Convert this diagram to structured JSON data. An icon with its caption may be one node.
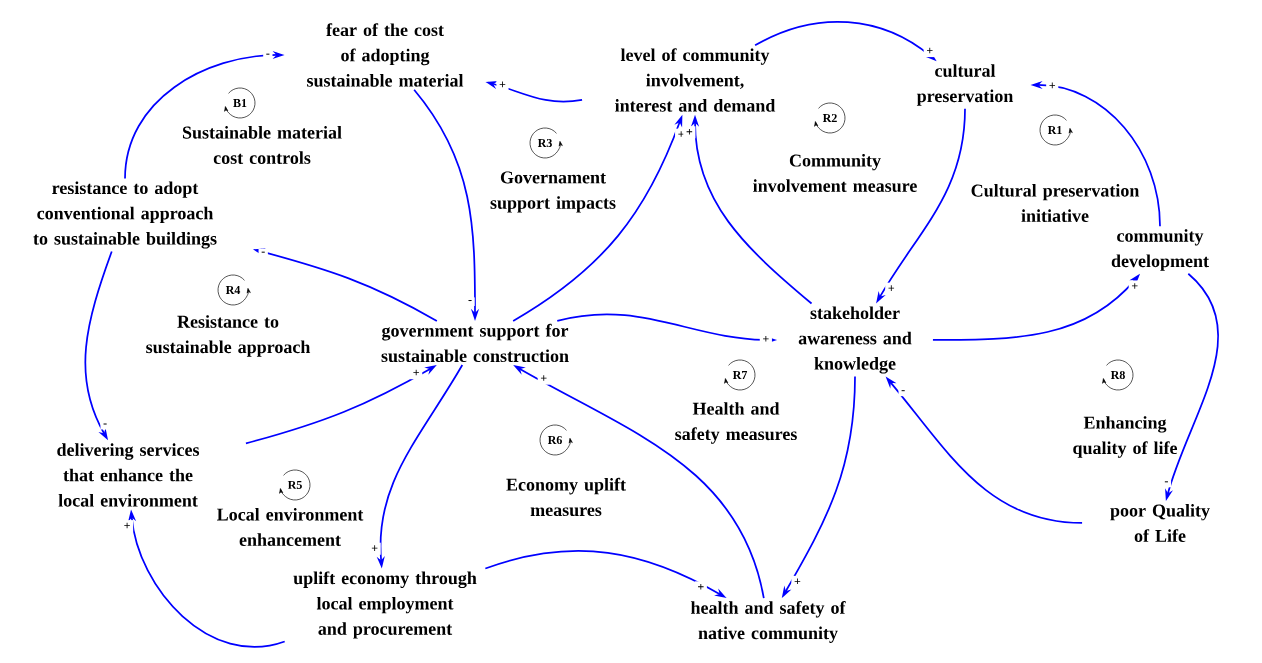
{
  "diagram": {
    "nodes": [
      {
        "text": [
          "fear of the cost of adopting sustainable material"
        ]
      },
      {
        "text": [
          "level of community involvement, interest and demand"
        ]
      },
      {
        "text": [
          "cultural preservation"
        ]
      },
      {
        "text": [
          "resistance to adopt conventional approach to sustainable buildings"
        ]
      },
      {
        "text": [
          "community development"
        ]
      },
      {
        "text": [
          "government support for sustainable construction"
        ]
      },
      {
        "text": [
          "stakeholder awareness and knowledge"
        ]
      },
      {
        "text": [
          "delivering services that enhance the local environment"
        ]
      },
      {
        "text": [
          "poor Quality of Life"
        ]
      },
      {
        "text": [
          "uplift economy through local employment and procurement"
        ]
      },
      {
        "text": [
          "health and safety of native community"
        ]
      }
    ],
    "edges": [
      {
        "from": 1,
        "to": 0,
        "arrow": "to",
        "label": "+"
      },
      {
        "from": 0,
        "to": 5,
        "arrow": "to",
        "label": "-"
      },
      {
        "from": 5,
        "to": 3,
        "arrow": "to",
        "label": "-"
      },
      {
        "from": 3,
        "to": 0,
        "arrow": "to",
        "label": "-"
      },
      {
        "from": 3,
        "to": 7,
        "arrow": "to",
        "label": "-"
      },
      {
        "from": 7,
        "to": 5,
        "arrow": "to",
        "label": "+"
      },
      {
        "from": 5,
        "to": 9,
        "arrow": "to",
        "label": "+"
      },
      {
        "from": 9,
        "to": 7,
        "arrow": "to",
        "label": "+"
      },
      {
        "from": 9,
        "to": 10,
        "arrow": "to",
        "label": "+"
      },
      {
        "from": 10,
        "to": 5,
        "arrow": "to",
        "label": "+"
      },
      {
        "from": 5,
        "to": 1,
        "arrow": "to",
        "label": "+"
      },
      {
        "from": 6,
        "to": 1,
        "arrow": "to",
        "label": "+"
      },
      {
        "from": 5,
        "to": 6,
        "arrow": "to",
        "label": "+"
      },
      {
        "from": 1,
        "to": 2,
        "arrow": "to",
        "label": "+"
      },
      {
        "from": 2,
        "to": 6,
        "arrow": "to",
        "label": "+"
      },
      {
        "from": 4,
        "to": 2,
        "arrow": "to",
        "label": "+"
      },
      {
        "from": 6,
        "to": 4,
        "arrow": "to",
        "label": "+"
      },
      {
        "from": 4,
        "to": 8,
        "arrow": "to",
        "label": "-"
      },
      {
        "from": 8,
        "to": 6,
        "arrow": "to",
        "label": "-"
      },
      {
        "from": 6,
        "to": 10,
        "arrow": "to",
        "label": "+"
      }
    ],
    "labels": [
      "B1",
      "Sustainable material cost controls",
      "R3",
      "Governament support impacts",
      "R2",
      "Community involvement measure",
      "R1",
      "Cultural preservation initiative",
      "R4",
      "Resistance to sustainable approach",
      "R7",
      "Health and safety measures",
      "R8",
      "Enhancing quality of life",
      "R6",
      "Economy uplift measures",
      "R5",
      "Local environment enhancement"
    ]
  }
}
